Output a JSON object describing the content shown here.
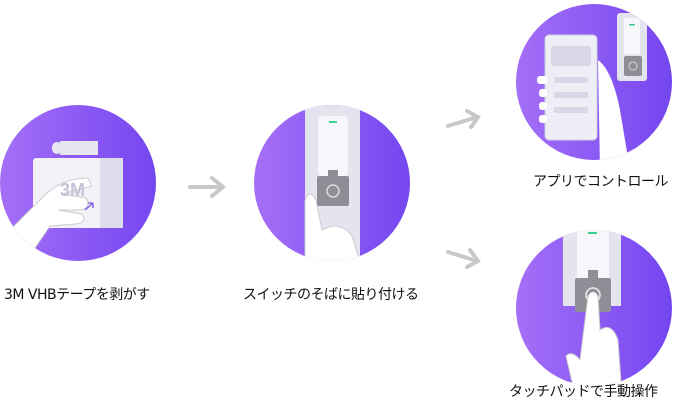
{
  "steps": [
    {
      "label": "3M VHBテープを剥がす",
      "logo_text": "3M"
    },
    {
      "label": "スイッチのそばに貼り付ける"
    },
    {
      "label": "アプリでコントロール"
    },
    {
      "label": "タッチパッドで手動操作"
    }
  ],
  "colors": {
    "circle_start": "#a56ff7",
    "circle_end": "#7446f0",
    "arrow": "#c8c8c8",
    "device": "#ececf5",
    "pad": "#8e8e96",
    "led": "#3ccf8e"
  }
}
